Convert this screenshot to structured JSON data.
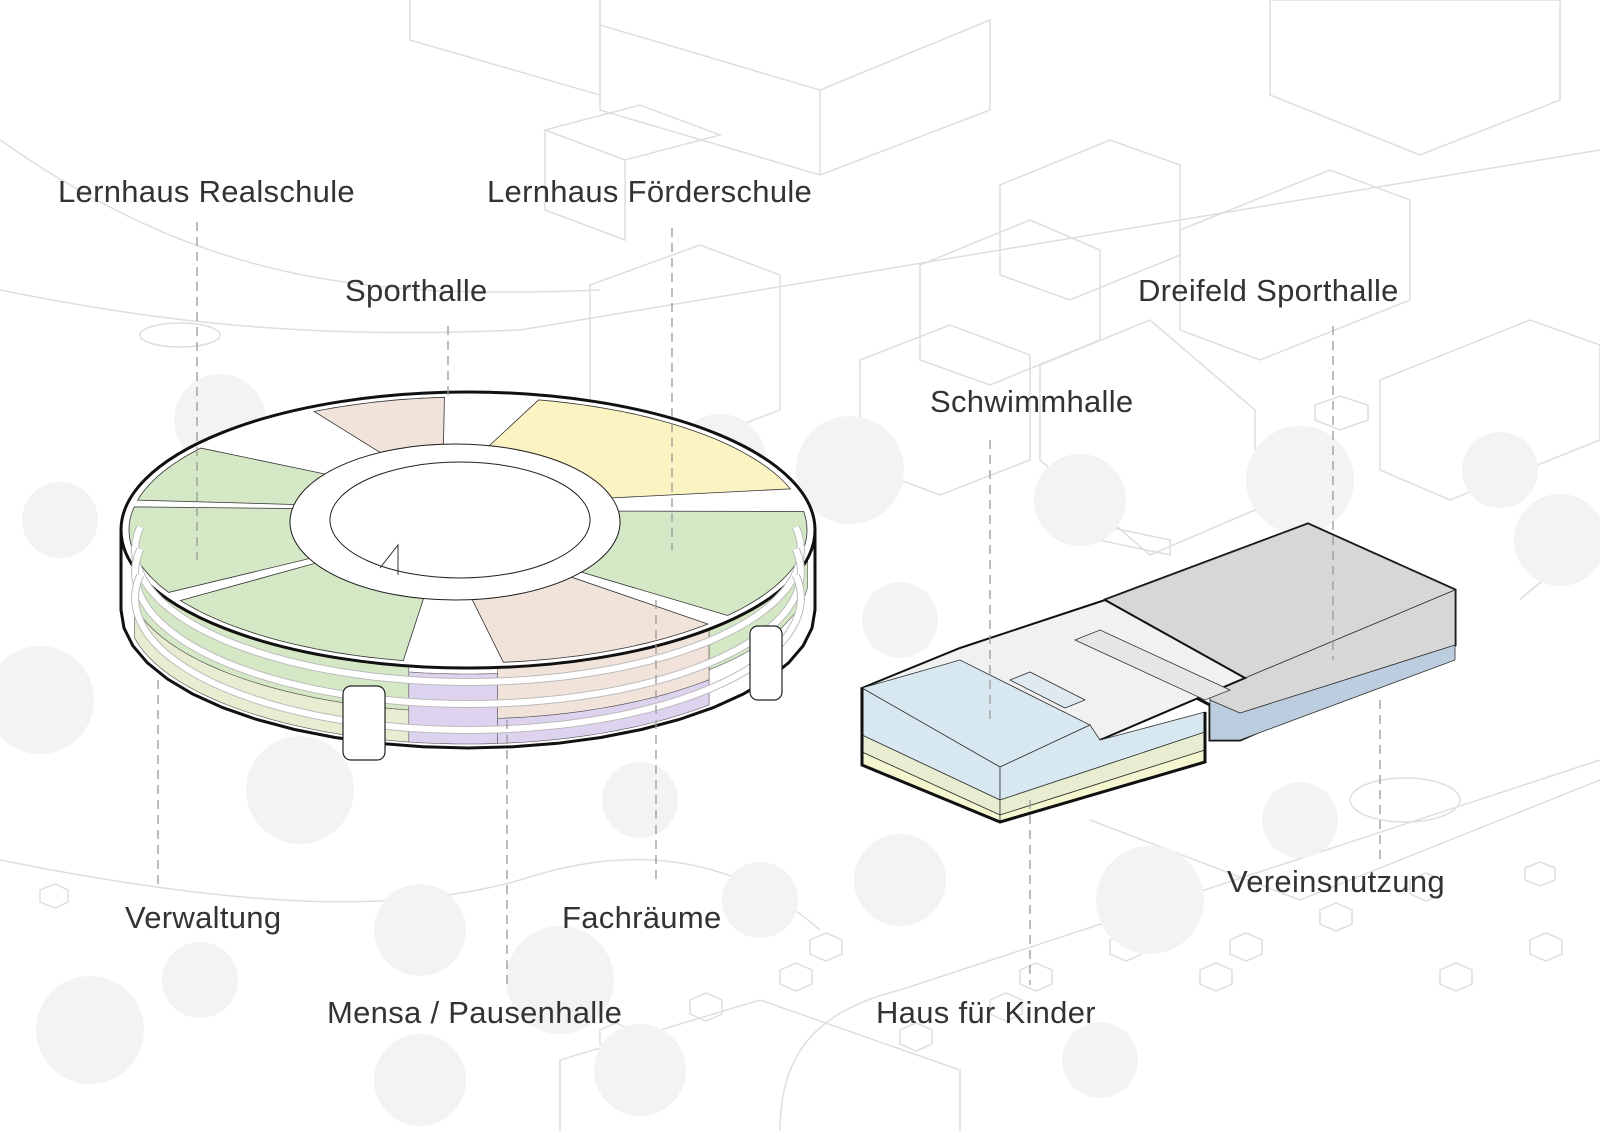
{
  "labels": {
    "lernhaus_realschule": "Lernhaus Realschule",
    "lernhaus_foerderschule": "Lernhaus Förderschule",
    "sporthalle": "Sporthalle",
    "dreifeld_sporthalle": "Dreifeld Sporthalle",
    "schwimmhalle": "Schwimmhalle",
    "verwaltung": "Verwaltung",
    "fachraeume": "Fachräume",
    "mensa_pausenhalle": "Mensa / Pausenhalle",
    "haus_fuer_kinder": "Haus für Kinder",
    "vereinsnutzung": "Vereinsnutzung"
  },
  "colors": {
    "lernhaus_realschule": "#d5e8c5",
    "lernhaus_foerderschule": "#fbf3c2",
    "sporthalle": "#f1e3d9",
    "fachraeume": "#f1e3d9",
    "mensa": "#ddd3ef",
    "verwaltung": "#e8ecd0",
    "schwimmhalle": "#d8e8f1",
    "haus_fuer_kinder": "#f4f6cf",
    "dreifeld": "#d7d7d7",
    "vereinsnutzung": "#bccde0",
    "context": "#dcdcdc"
  }
}
